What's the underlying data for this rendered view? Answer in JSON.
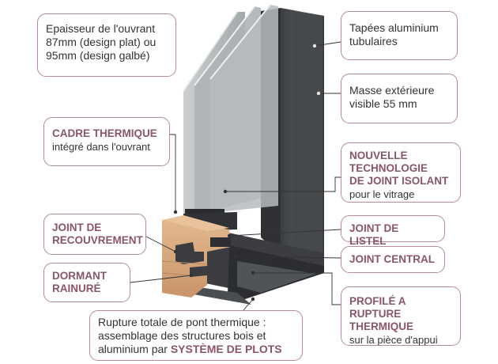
{
  "colors": {
    "accent": "#8a5565",
    "box_border": "#b58b98",
    "aluminium": "#4a4c4f",
    "wood": "#d2a27a",
    "glass": "#b9bdbf"
  },
  "callouts": {
    "epaisseur": {
      "lines": [
        "Epaisseur de l'ouvrant",
        "87mm (design plat) ou",
        "95mm (design galbé)"
      ]
    },
    "tapees": {
      "lines": [
        "Tapées aluminium",
        "tubulaires"
      ]
    },
    "masse": {
      "lines": [
        "Masse extérieure",
        "visible 55 mm"
      ]
    },
    "cadre": {
      "title": "CADRE THERMIQUE",
      "sub": "intégré dans l'ouvrant"
    },
    "nouvelle": {
      "title_lines": [
        "NOUVELLE",
        "TECHNOLOGIE",
        "DE JOINT ISOLANT"
      ],
      "sub": "pour le vitrage"
    },
    "recouvrement": {
      "title_lines": [
        "JOINT DE",
        "RECOUVREMENT"
      ]
    },
    "listel": {
      "title": "JOINT DE LISTEL"
    },
    "central": {
      "title": "JOINT CENTRAL"
    },
    "dormant": {
      "title_lines": [
        "DORMANT",
        "RAINURÉ"
      ]
    },
    "profile": {
      "title_lines": [
        "PROFILÉ A RUPTURE",
        "THERMIQUE"
      ],
      "sub": "sur la pièce d'appui"
    },
    "rupture": {
      "lines": [
        "Rupture totale de pont thermique :",
        "assemblage des structures bois et"
      ],
      "last_line_prefix": "aluminium par ",
      "last_line_highlight": "SYSTÈME DE PLOTS"
    }
  }
}
